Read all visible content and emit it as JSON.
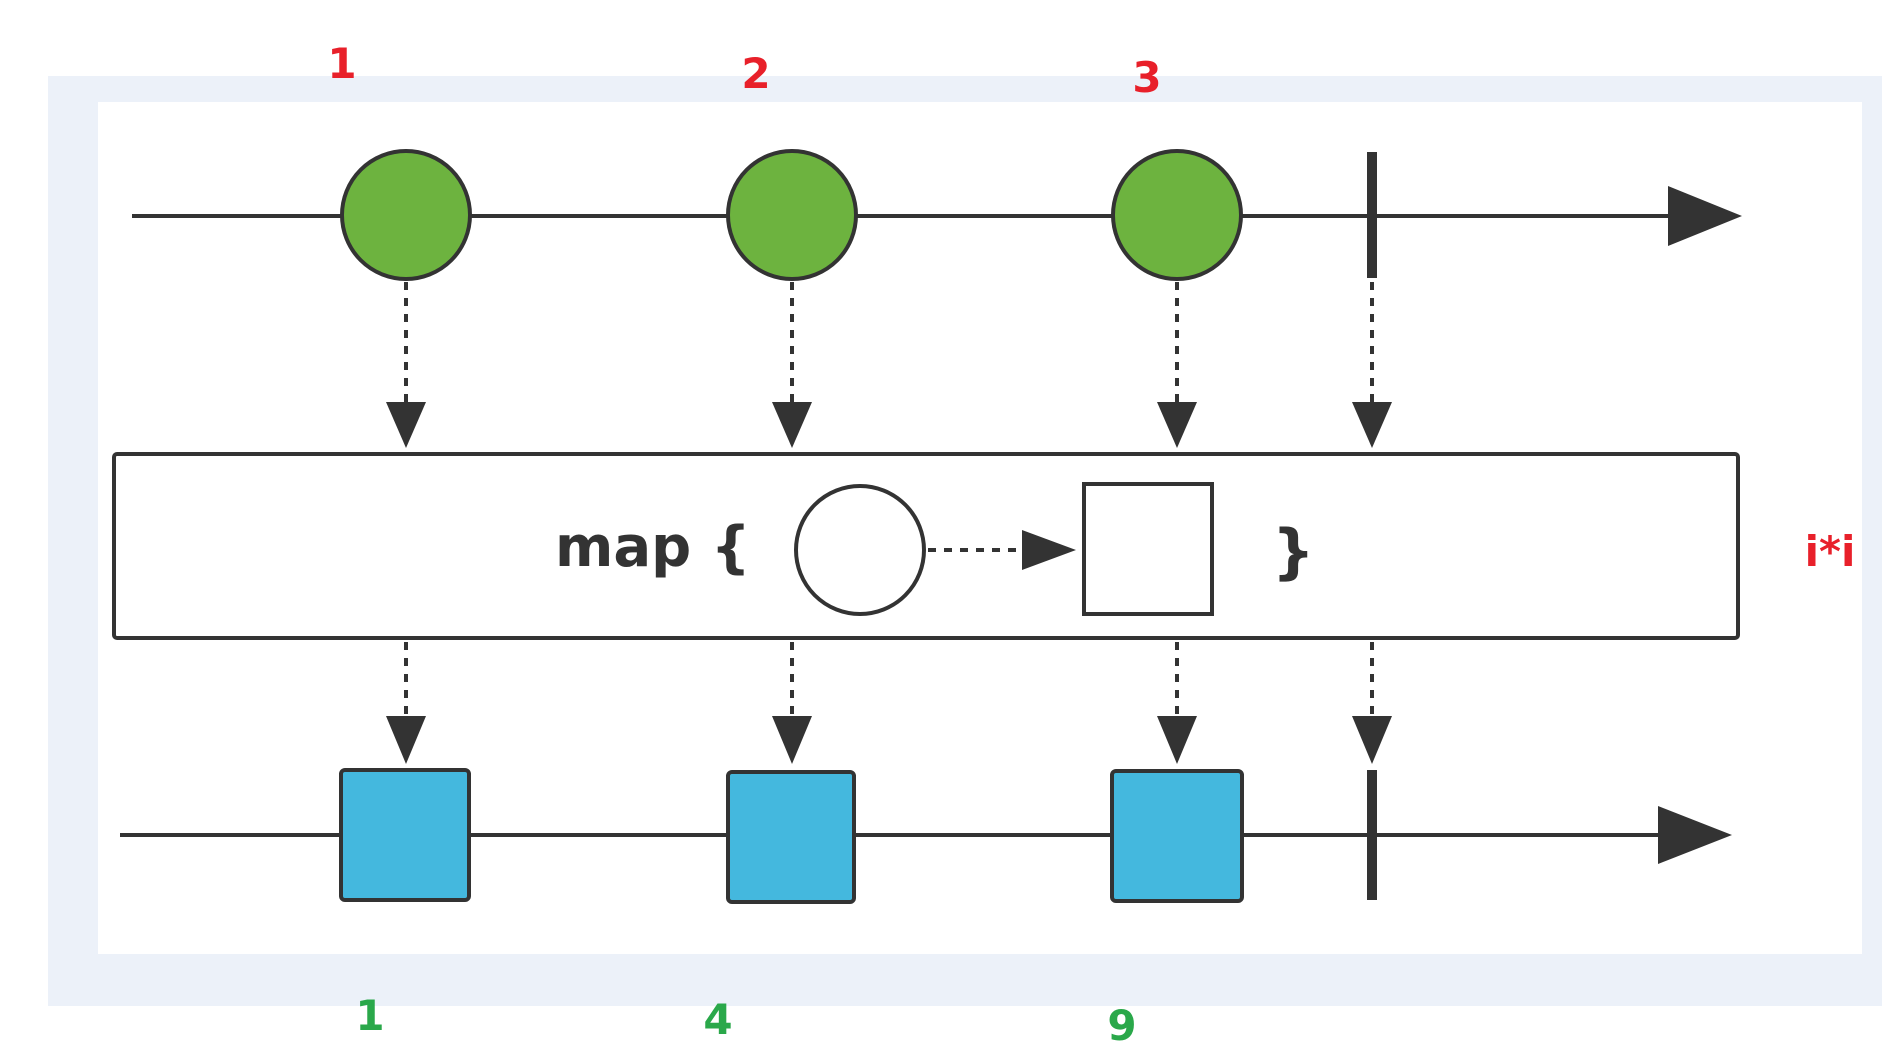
{
  "input_labels": [
    "1",
    "2",
    "3"
  ],
  "output_labels": [
    "1",
    "4",
    "9"
  ],
  "operator": {
    "label": "map {",
    "close_brace": "}"
  },
  "annotation": "i*i",
  "colors": {
    "input_label": "#e8202a",
    "output_label": "#2aa84a",
    "annotation": "#e8202a",
    "input_marble": "#6db33f",
    "output_marble": "#44b8de",
    "line": "#333333",
    "frame": "#ecf1f9"
  }
}
